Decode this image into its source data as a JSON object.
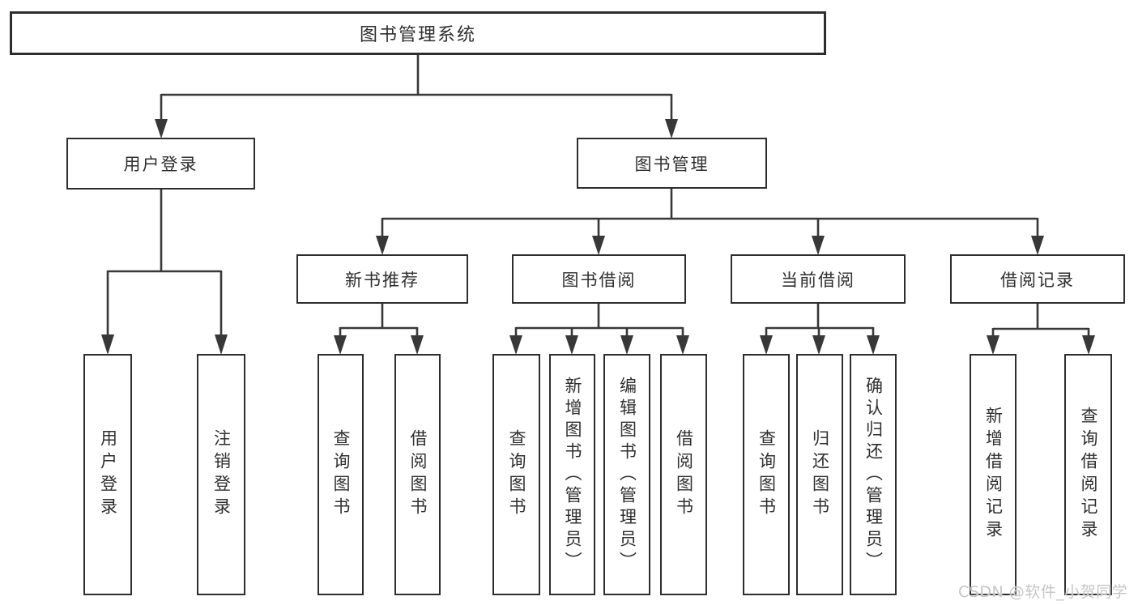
{
  "diagram": {
    "title": "图书管理系统",
    "tree": {
      "root": {
        "label": "图书管理系统"
      },
      "children": [
        {
          "label": "用户登录",
          "children": [
            {
              "label": "用户登录"
            },
            {
              "label": "注销登录"
            }
          ]
        },
        {
          "label": "图书管理",
          "children": [
            {
              "label": "新书推荐",
              "children": [
                {
                  "label": "查询图书"
                },
                {
                  "label": "借阅图书"
                }
              ]
            },
            {
              "label": "图书借阅",
              "children": [
                {
                  "label": "查询图书"
                },
                {
                  "label": "新增图书（管理员）"
                },
                {
                  "label": "编辑图书（管理员）"
                },
                {
                  "label": "借阅图书"
                }
              ]
            },
            {
              "label": "当前借阅",
              "children": [
                {
                  "label": "查询图书"
                },
                {
                  "label": "归还图书"
                },
                {
                  "label": "确认归还（管理员）"
                }
              ]
            },
            {
              "label": "借阅记录",
              "children": [
                {
                  "label": "新增借阅记录"
                },
                {
                  "label": "查询借阅记录"
                }
              ]
            }
          ]
        }
      ]
    },
    "colors": {
      "line": "#383838",
      "box_border": "#2d2d2d",
      "box_fill": "#ffffff",
      "text": "#2f2f2f",
      "background": "#ffffff",
      "watermark": "#c6c6c6"
    }
  },
  "watermark": {
    "text": "CSDN @软件_小贺同学"
  }
}
